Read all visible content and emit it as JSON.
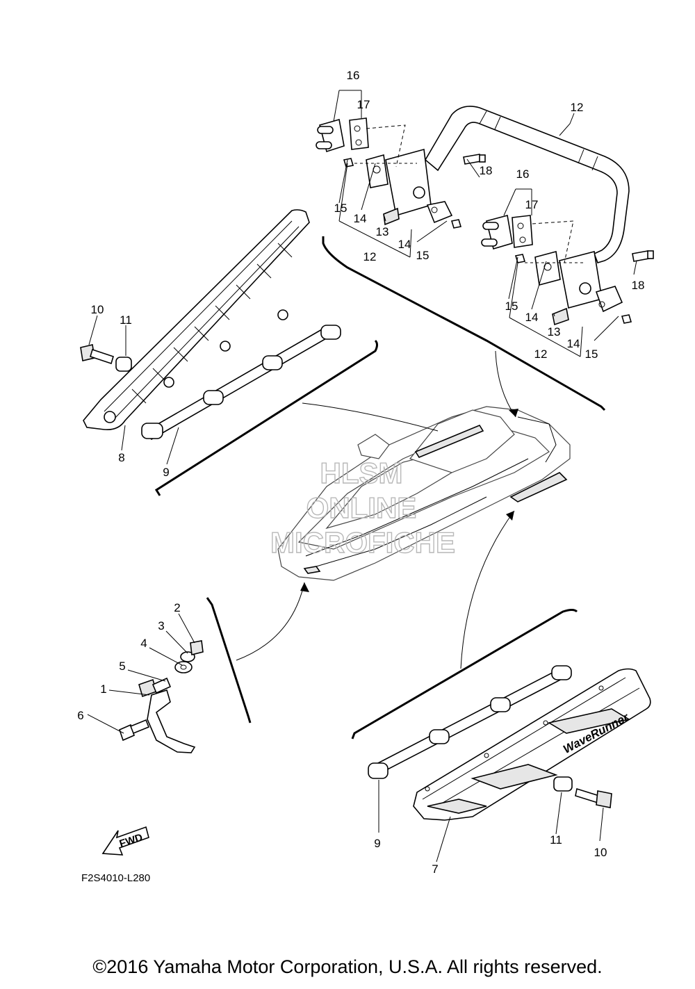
{
  "callouts": {
    "c1": "1",
    "c2": "2",
    "c3": "3",
    "c4": "4",
    "c5": "5",
    "c6": "6",
    "c7": "7",
    "c8": "8",
    "c9a": "9",
    "c9b": "9",
    "c10a": "10",
    "c10b": "10",
    "c11a": "11",
    "c11b": "11",
    "c12a": "12",
    "c12b": "12",
    "c12c": "12",
    "c13a": "13",
    "c13b": "13",
    "c14a": "14",
    "c14b": "14",
    "c14c": "14",
    "c14d": "14",
    "c15a": "15",
    "c15b": "15",
    "c15c": "15",
    "c15d": "15",
    "c16a": "16",
    "c16b": "16",
    "c17a": "17",
    "c17b": "17",
    "c18a": "18",
    "c18b": "18"
  },
  "watermark": {
    "line1": "HLSM",
    "line2": "ONLINE",
    "line3": "MICROFICHE"
  },
  "fwd_label": "FWD",
  "brand_mark": "WaveRunner",
  "figure_code": "F2S4010-L280",
  "copyright": "©2016 Yamaha Motor Corporation, U.S.A. All rights reserved."
}
